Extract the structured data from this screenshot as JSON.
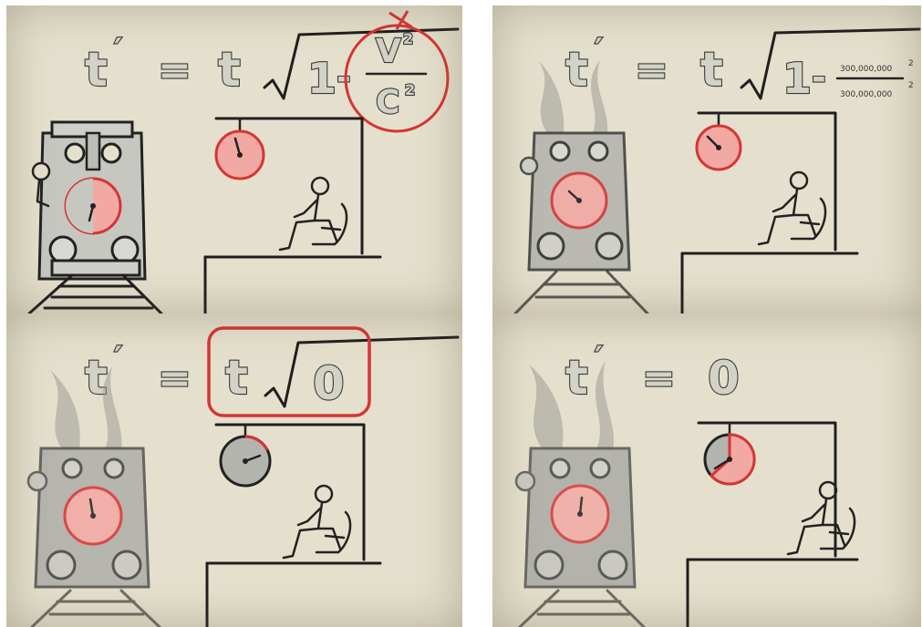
{
  "colors": {
    "paper": "#e5e0cd",
    "ink": "#1f1f1f",
    "glyph_fill": "#d2d2c6",
    "highlight_red": "#d63535",
    "clock_fill": "#f2a9a4",
    "train_gray": "#a8a8a4"
  },
  "panels": [
    {
      "id": "top-left",
      "equation": {
        "lhs": "t",
        "prime": "′",
        "equals": "=",
        "factor": "t",
        "one": "1",
        "minus": "-",
        "numerator": "V",
        "denominator": "C",
        "exp": "2"
      },
      "highlight": "circle"
    },
    {
      "id": "top-right",
      "equation": {
        "lhs": "t",
        "prime": "′",
        "equals": "=",
        "factor": "t",
        "one": "1",
        "minus": "-",
        "numerator": "300,000,000",
        "denominator": "300,000,000",
        "exp": "2"
      }
    },
    {
      "id": "bottom-left",
      "equation": {
        "lhs": "t",
        "prime": "′",
        "equals": "=",
        "factor": "t",
        "radicand": "0"
      },
      "highlight": "rounded-box"
    },
    {
      "id": "bottom-right",
      "equation": {
        "lhs": "t",
        "prime": "′",
        "equals": "=",
        "result": "0"
      }
    }
  ]
}
